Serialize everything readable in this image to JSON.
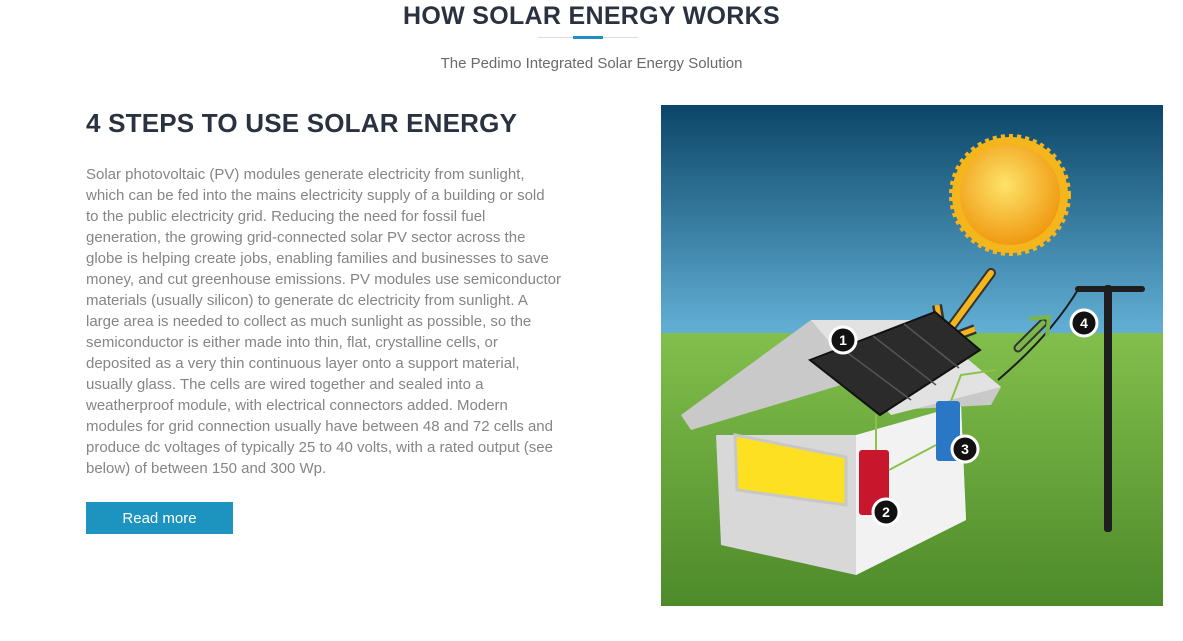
{
  "header": {
    "title": "HOW SOLAR ENERGY WORKS",
    "subtitle": "The Pedimo Integrated Solar Energy Solution"
  },
  "section": {
    "heading": "4 STEPS TO USE SOLAR ENERGY",
    "body_lines": [
      "Solar photovoltaic (PV) modules generate electricity from sunlight,",
      "which can be fed into the mains electricity supply of a building or sold",
      "to the public electricity grid. Reducing the need for fossil fuel",
      "generation, the growing grid-connected solar PV sector across the",
      "globe is helping create jobs, enabling families and businesses to save",
      "money, and cut greenhouse emissions. PV modules use semiconductor",
      "materials (usually silicon) to generate dc electricity from sunlight. A",
      "large area is needed to collect as much sunlight as possible, so the",
      "semiconductor is either made into thin, flat, crystalline cells, or",
      "deposited as a very thin continuous layer onto a support material,",
      "usually glass. The cells are wired together and sealed into a",
      "weatherproof module, with electrical connectors added. Modern",
      "modules for grid connection usually have between 48 and 72 cells and",
      "produce dc voltages of typically 25 to 40 volts, with a rated output (see",
      "below) of between 150 and 300 Wp."
    ],
    "button_label": "Read more"
  },
  "illustration": {
    "steps": [
      "1",
      "2",
      "3",
      "4"
    ]
  },
  "colors": {
    "heading": "#2a3240",
    "accent": "#1d93c0",
    "body_text": "#858585"
  }
}
